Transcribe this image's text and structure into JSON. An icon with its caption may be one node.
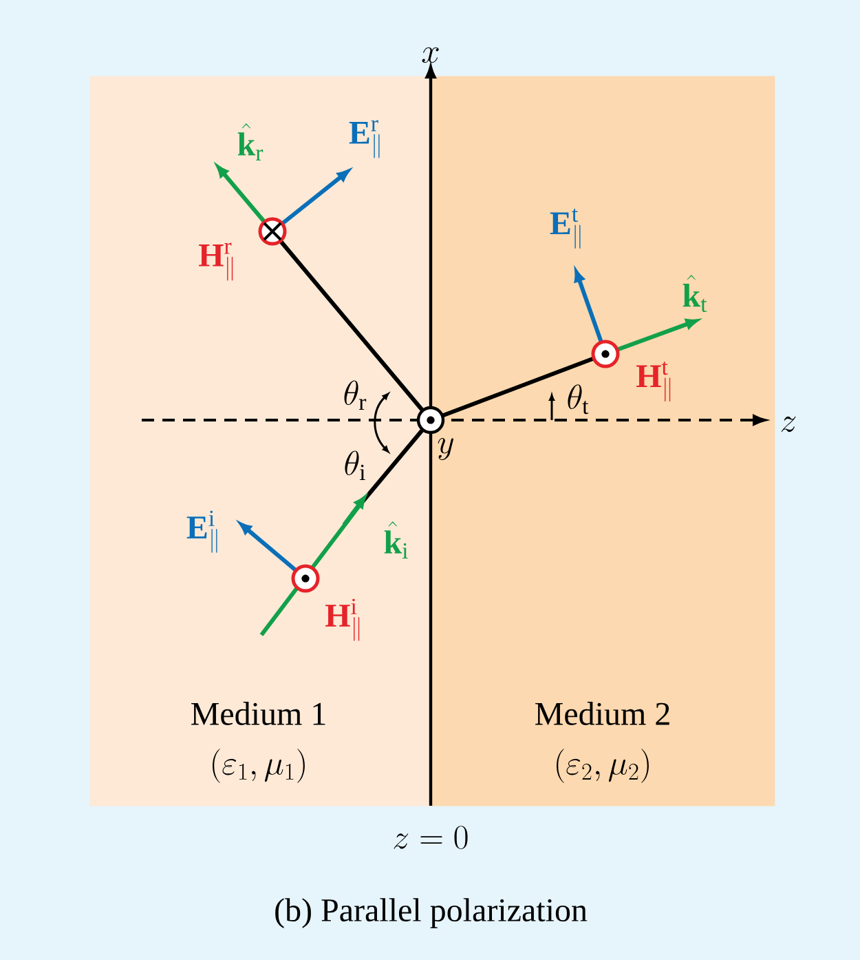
{
  "diagram": {
    "caption": "(b) Parallel polarization",
    "nodes": [
      {
        "text": [
          "Medium 1",
          "(\\varepsilon_1, \\mu_1)"
        ]
      },
      {
        "text": [
          "Medium 2",
          "(\\varepsilon_2, \\mu_2)"
        ]
      }
    ],
    "edges": [],
    "labels": [
      "x",
      "\\hat{\\mathbf{k}}_\\mathrm{r}",
      "\\mathbf{E}_\\parallel^\\mathrm{r}",
      "\\mathbf{H}_\\parallel^\\mathrm{r}",
      "\\mathbf{E}_\\parallel^\\mathrm{t}",
      "\\hat{\\mathbf{k}}_\\mathrm{t}",
      "\\theta_\\mathrm{r}",
      "\\theta_\\mathrm{t}",
      "\\mathbf{H}_\\parallel^\\mathrm{t}",
      "z",
      "\\theta_\\mathrm{i}",
      "y",
      "\\mathbf{E}_\\parallel^\\mathrm{i}",
      "\\hat{\\mathbf{k}}_\\mathrm{i}",
      "\\mathbf{H}_\\parallel^\\mathrm{i}",
      "z = 0"
    ]
  }
}
